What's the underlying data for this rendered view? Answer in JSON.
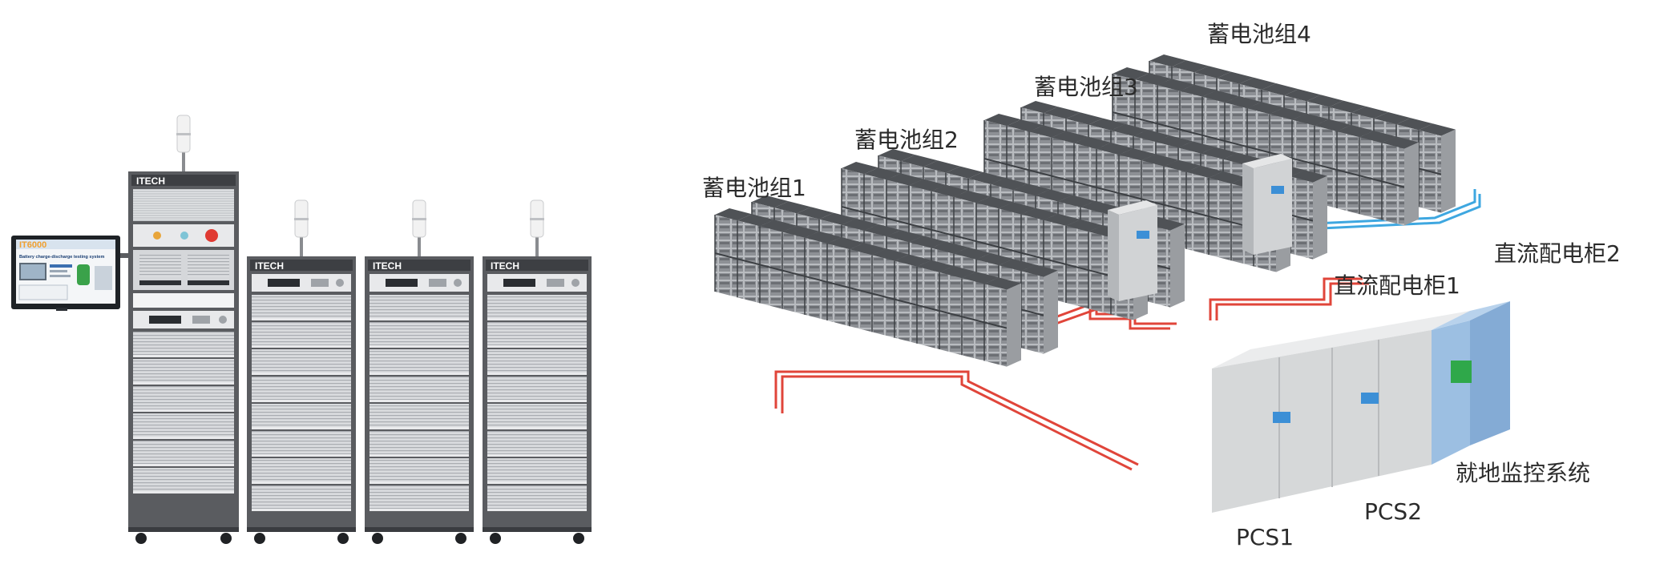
{
  "test_system": {
    "brand": "ITECH",
    "monitor_title": "IT6000",
    "monitor_subtitle": "Battery charge-discharge testing system",
    "cabinet_count": 4,
    "colors": {
      "frame": "#5a5c60",
      "panel": "#e8e9eb",
      "grille": "#cfd1d4",
      "beacon": "#f2f2f2"
    }
  },
  "topology": {
    "battery_groups": [
      "蓄电池组1",
      "蓄电池组2",
      "蓄电池组3",
      "蓄电池组4"
    ],
    "dc_cabinets": [
      "直流配电柜1",
      "直流配电柜2"
    ],
    "pcs_units": [
      "PCS1",
      "PCS2"
    ],
    "monitoring": "就地监控系统",
    "colors": {
      "ac_link": "#e0453a",
      "dc_link": "#3ea7e0",
      "cabinet": "#dcdedf",
      "monitor_box": "#8fb4dc",
      "monitor_screen": "#2fa84a",
      "display": "#3c8fd6",
      "battery": "#6f7276"
    }
  }
}
